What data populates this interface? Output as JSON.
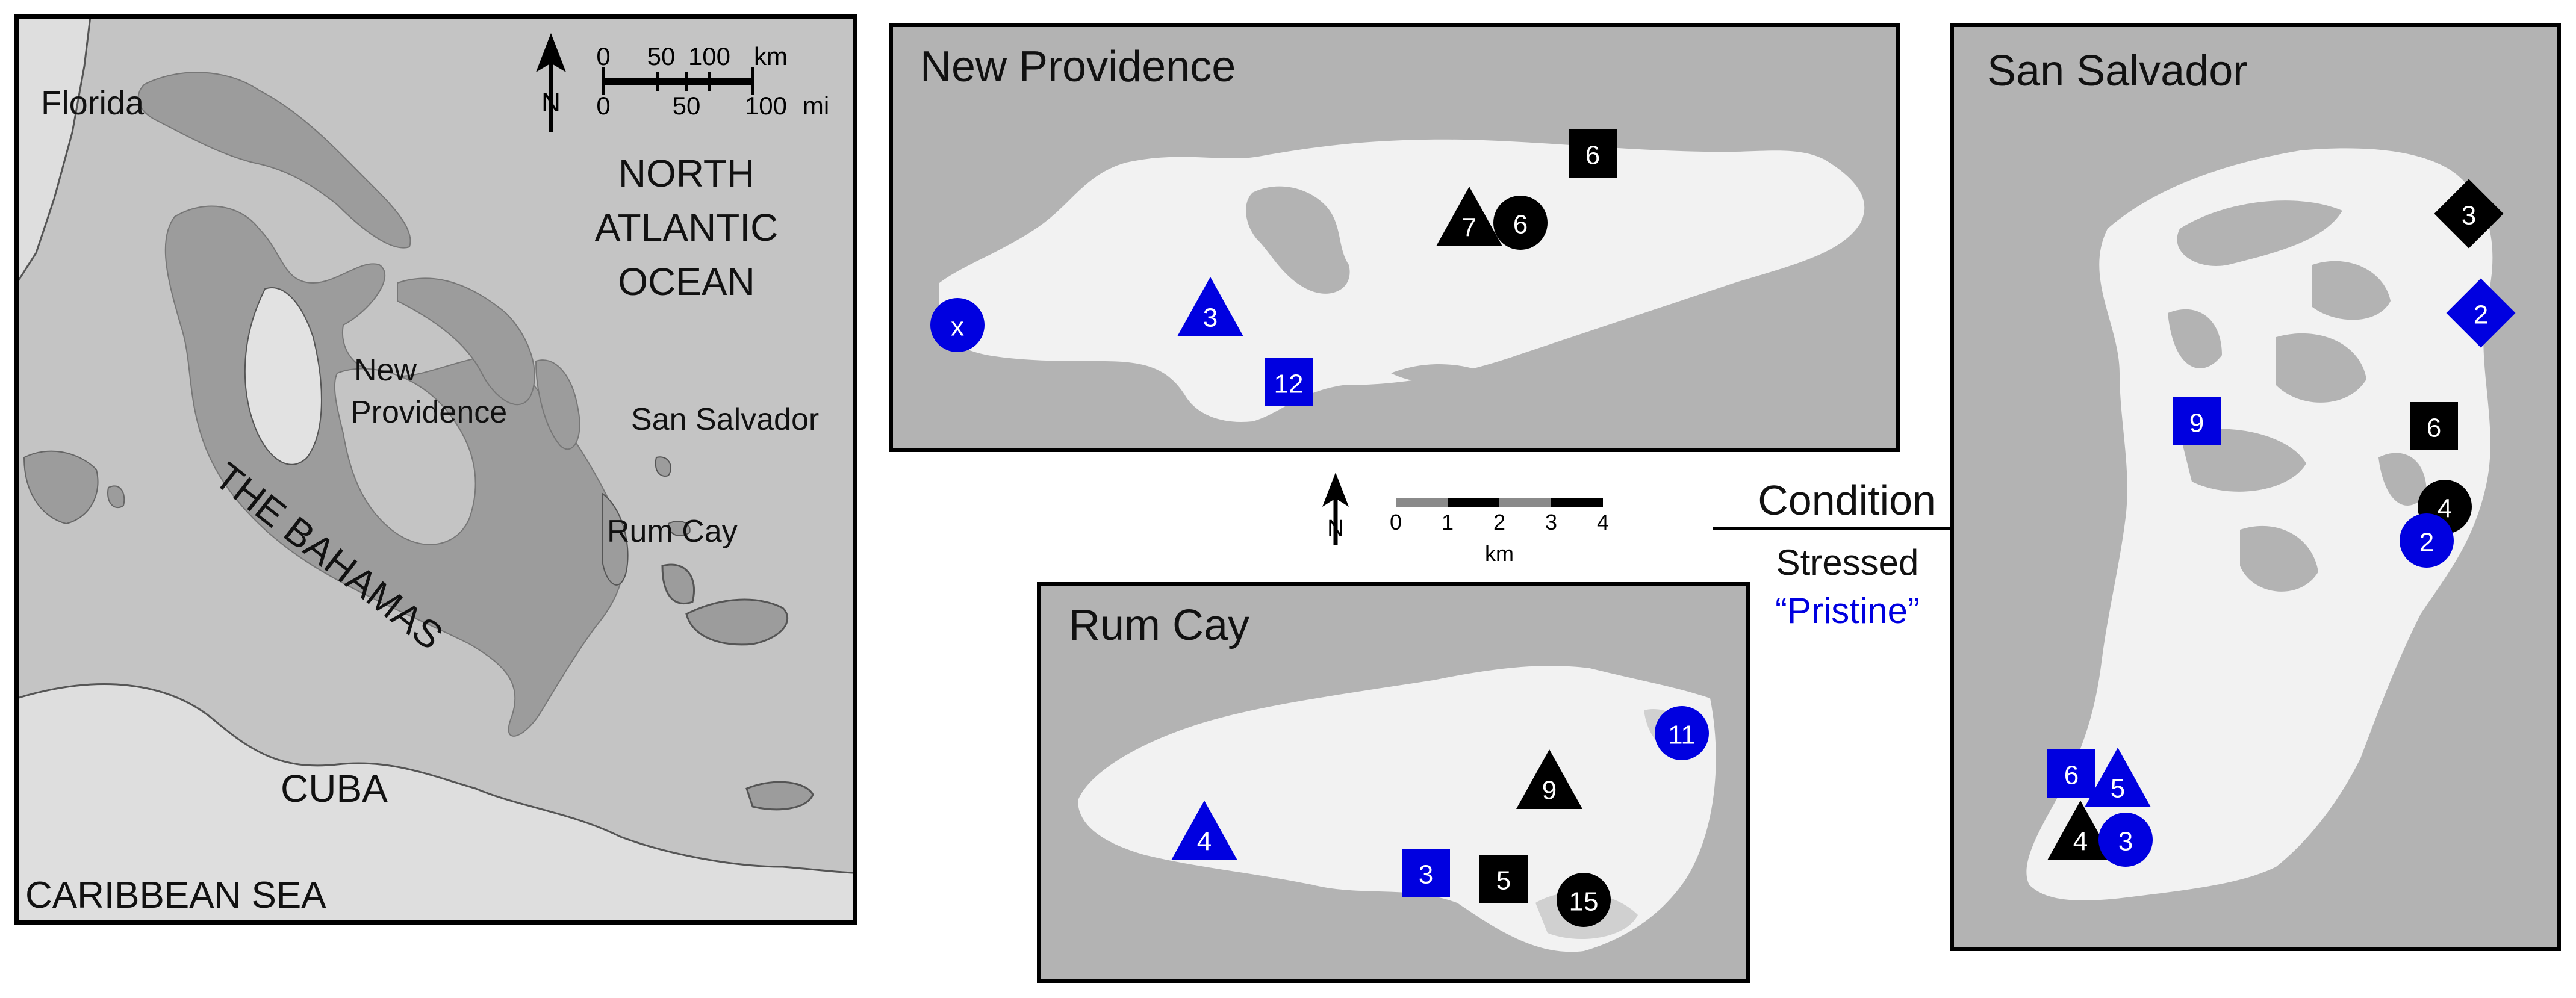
{
  "colors": {
    "sea": "#c4c4c4",
    "land_bahamas": "#9c9c9c",
    "land_other": "#dedede",
    "panel_sea": "#b3b3b3",
    "panel_land": "#f2f2f2",
    "stressed": "#000000",
    "pristine": "#0000e0",
    "outline": "#1a1a1a"
  },
  "overview": {
    "labels": {
      "florida": "Florida",
      "north_atlantic_1": "NORTH",
      "north_atlantic_2": "ATLANTIC",
      "north_atlantic_3": "OCEAN",
      "new_providence_1": "New",
      "new_providence_2": "Providence",
      "san_salvador": "San Salvador",
      "rum_cay": "Rum Cay",
      "bahamas": "THE BAHAMAS",
      "cuba": "CUBA",
      "caribbean": "CARIBBEAN SEA"
    },
    "north_label": "N",
    "scale": {
      "km_ticks": [
        "0",
        "50",
        "100"
      ],
      "km_unit": "km",
      "mi_ticks": [
        "0",
        "50",
        "100"
      ],
      "mi_unit": "mi"
    }
  },
  "panels": {
    "new_providence": {
      "title": "New Providence",
      "sites": [
        {
          "shape": "circle",
          "condition": "pristine",
          "label": "x"
        },
        {
          "shape": "triangle",
          "condition": "pristine",
          "label": "3"
        },
        {
          "shape": "square",
          "condition": "pristine",
          "label": "12"
        },
        {
          "shape": "triangle",
          "condition": "stressed",
          "label": "7"
        },
        {
          "shape": "circle",
          "condition": "stressed",
          "label": "6"
        },
        {
          "shape": "square",
          "condition": "stressed",
          "label": "6"
        }
      ]
    },
    "rum_cay": {
      "title": "Rum Cay",
      "sites": [
        {
          "shape": "triangle",
          "condition": "pristine",
          "label": "4"
        },
        {
          "shape": "square",
          "condition": "pristine",
          "label": "3"
        },
        {
          "shape": "square",
          "condition": "stressed",
          "label": "5"
        },
        {
          "shape": "circle",
          "condition": "stressed",
          "label": "15"
        },
        {
          "shape": "triangle",
          "condition": "stressed",
          "label": "9"
        },
        {
          "shape": "circle",
          "condition": "pristine",
          "label": "11"
        }
      ]
    },
    "san_salvador": {
      "title": "San Salvador",
      "sites": [
        {
          "shape": "diamond",
          "condition": "stressed",
          "label": "3"
        },
        {
          "shape": "diamond",
          "condition": "pristine",
          "label": "2"
        },
        {
          "shape": "square",
          "condition": "pristine",
          "label": "9"
        },
        {
          "shape": "square",
          "condition": "stressed",
          "label": "6"
        },
        {
          "shape": "circle",
          "condition": "stressed",
          "label": "4"
        },
        {
          "shape": "circle",
          "condition": "pristine",
          "label": "2"
        },
        {
          "shape": "square",
          "condition": "pristine",
          "label": "6"
        },
        {
          "shape": "triangle",
          "condition": "pristine",
          "label": "5"
        },
        {
          "shape": "triangle",
          "condition": "stressed",
          "label": "4"
        },
        {
          "shape": "circle",
          "condition": "pristine",
          "label": "3"
        }
      ]
    }
  },
  "inset_scale": {
    "north_label": "N",
    "ticks": [
      "0",
      "1",
      "2",
      "3",
      "4"
    ],
    "unit": "km"
  },
  "legend": {
    "title": "Condition",
    "stressed": "Stressed",
    "pristine": "“Pristine”"
  }
}
